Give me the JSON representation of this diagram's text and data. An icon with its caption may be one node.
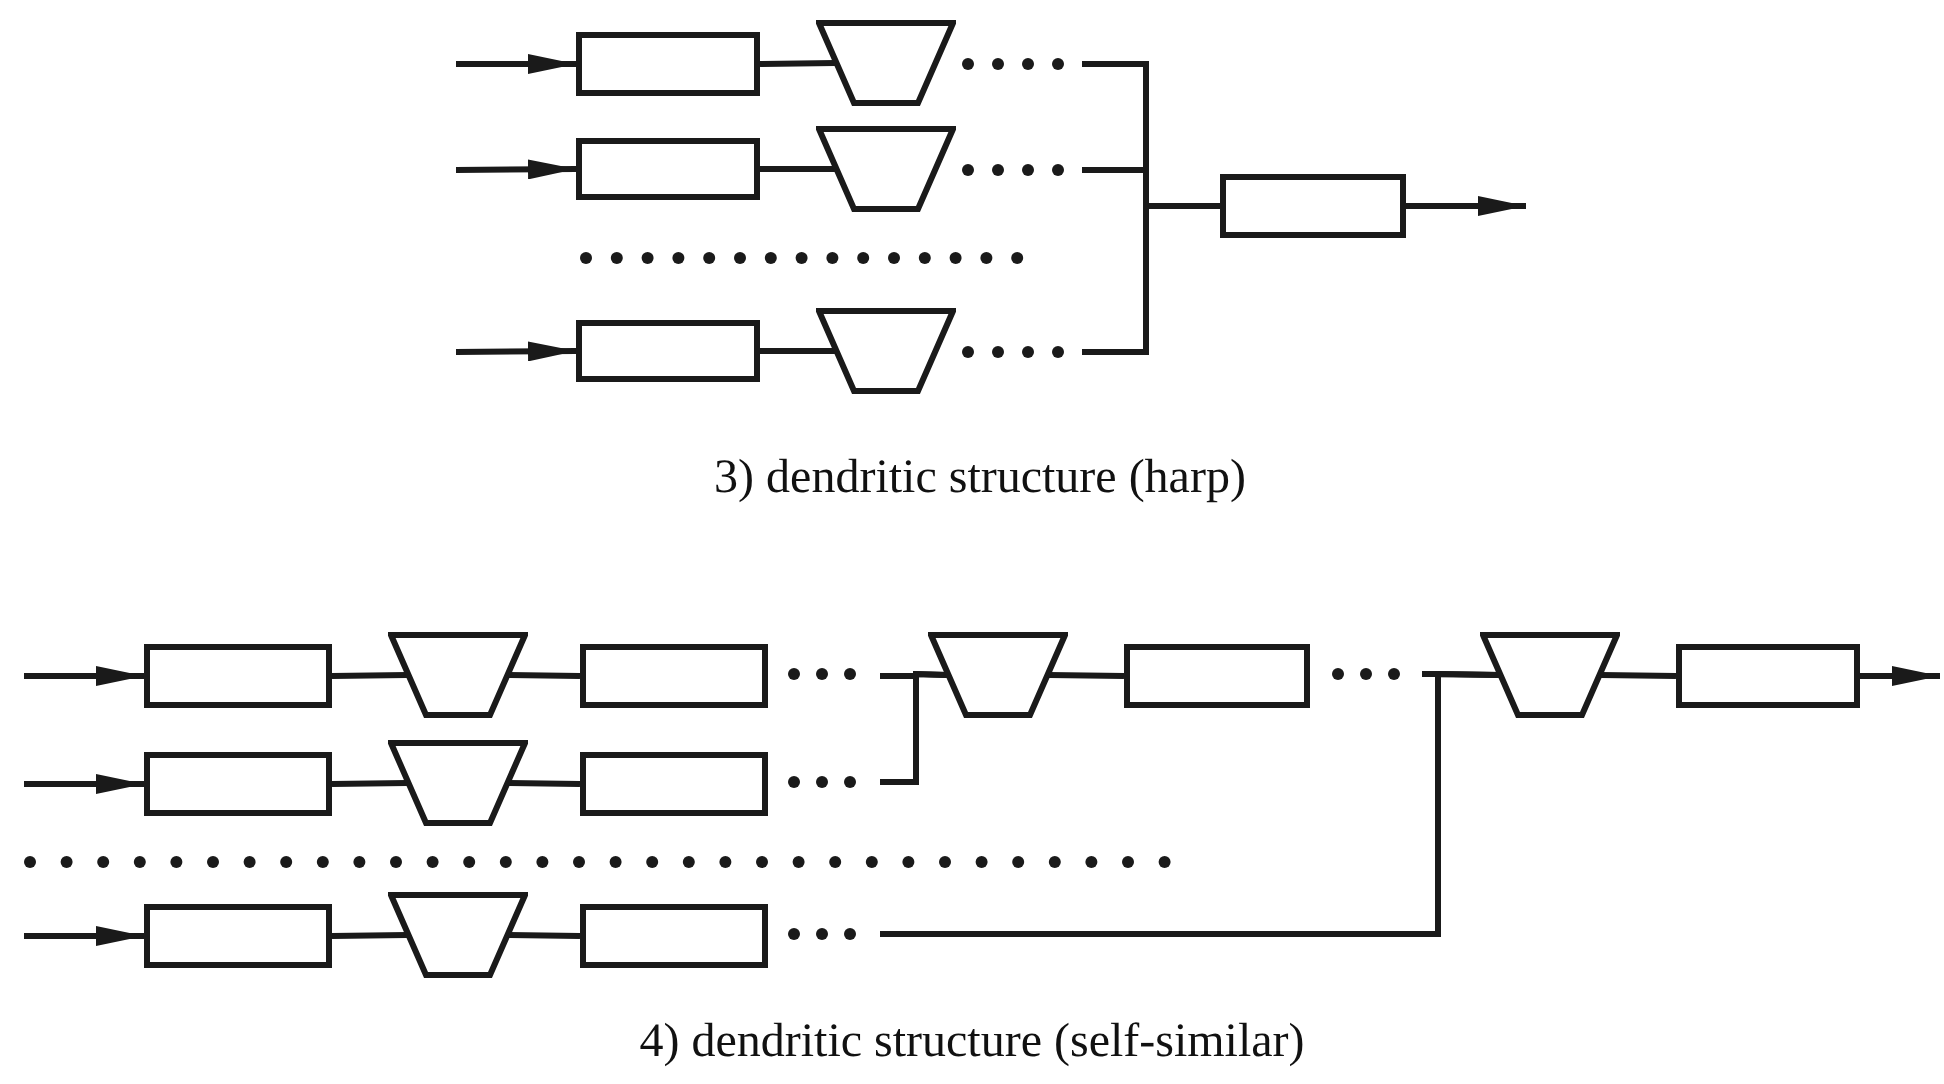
{
  "diagram": {
    "nodes": [
      {
        "text": [],
        "shape": "box"
      },
      {
        "text": [],
        "shape": "trapezoid"
      },
      {
        "text": [],
        "shape": "box"
      },
      {
        "text": [],
        "shape": "trapezoid"
      },
      {
        "text": [],
        "shape": "box"
      },
      {
        "text": [],
        "shape": "trapezoid"
      },
      {
        "text": [],
        "shape": "box"
      },
      {
        "text": [],
        "shape": "box"
      },
      {
        "text": [],
        "shape": "trapezoid"
      },
      {
        "text": [],
        "shape": "box"
      },
      {
        "text": [],
        "shape": "trapezoid"
      },
      {
        "text": [],
        "shape": "box"
      },
      {
        "text": [],
        "shape": "trapezoid"
      },
      {
        "text": [],
        "shape": "box"
      },
      {
        "text": [],
        "shape": "box"
      },
      {
        "text": [],
        "shape": "trapezoid"
      },
      {
        "text": [],
        "shape": "box"
      },
      {
        "text": [],
        "shape": "box"
      },
      {
        "text": [],
        "shape": "trapezoid"
      },
      {
        "text": [],
        "shape": "box"
      }
    ],
    "edges": [
      {
        "from": null,
        "to": 0,
        "arrow": "to"
      },
      {
        "from": 0,
        "to": 1,
        "arrow": "none"
      },
      {
        "from": null,
        "to": 2,
        "arrow": "to"
      },
      {
        "from": 2,
        "to": 3,
        "arrow": "none"
      },
      {
        "from": null,
        "to": 4,
        "arrow": "to"
      },
      {
        "from": 4,
        "to": 5,
        "arrow": "none"
      },
      {
        "from": null,
        "to": 6,
        "arrow": "none"
      },
      {
        "from": null,
        "to": 6,
        "arrow": "none"
      },
      {
        "from": null,
        "to": 6,
        "arrow": "none"
      },
      {
        "from": 6,
        "to": null,
        "arrow": "to"
      },
      {
        "from": null,
        "to": 7,
        "arrow": "to"
      },
      {
        "from": 7,
        "to": 8,
        "arrow": "none"
      },
      {
        "from": 8,
        "to": 9,
        "arrow": "none"
      },
      {
        "from": null,
        "to": 10,
        "arrow": "none"
      },
      {
        "from": null,
        "to": 10,
        "arrow": "none"
      },
      {
        "from": 10,
        "to": 11,
        "arrow": "none"
      },
      {
        "from": null,
        "to": 12,
        "arrow": "none"
      },
      {
        "from": null,
        "to": 12,
        "arrow": "none"
      },
      {
        "from": 12,
        "to": 13,
        "arrow": "none"
      },
      {
        "from": 13,
        "to": null,
        "arrow": "to"
      },
      {
        "from": null,
        "to": 14,
        "arrow": "to"
      },
      {
        "from": 14,
        "to": 15,
        "arrow": "none"
      },
      {
        "from": 15,
        "to": 16,
        "arrow": "none"
      },
      {
        "from": null,
        "to": 17,
        "arrow": "to"
      },
      {
        "from": 17,
        "to": 18,
        "arrow": "none"
      },
      {
        "from": 18,
        "to": 19,
        "arrow": "none"
      }
    ],
    "labels": [
      "3) dendritic structure (harp)",
      "4) dendritic structure (self-similar)"
    ]
  }
}
